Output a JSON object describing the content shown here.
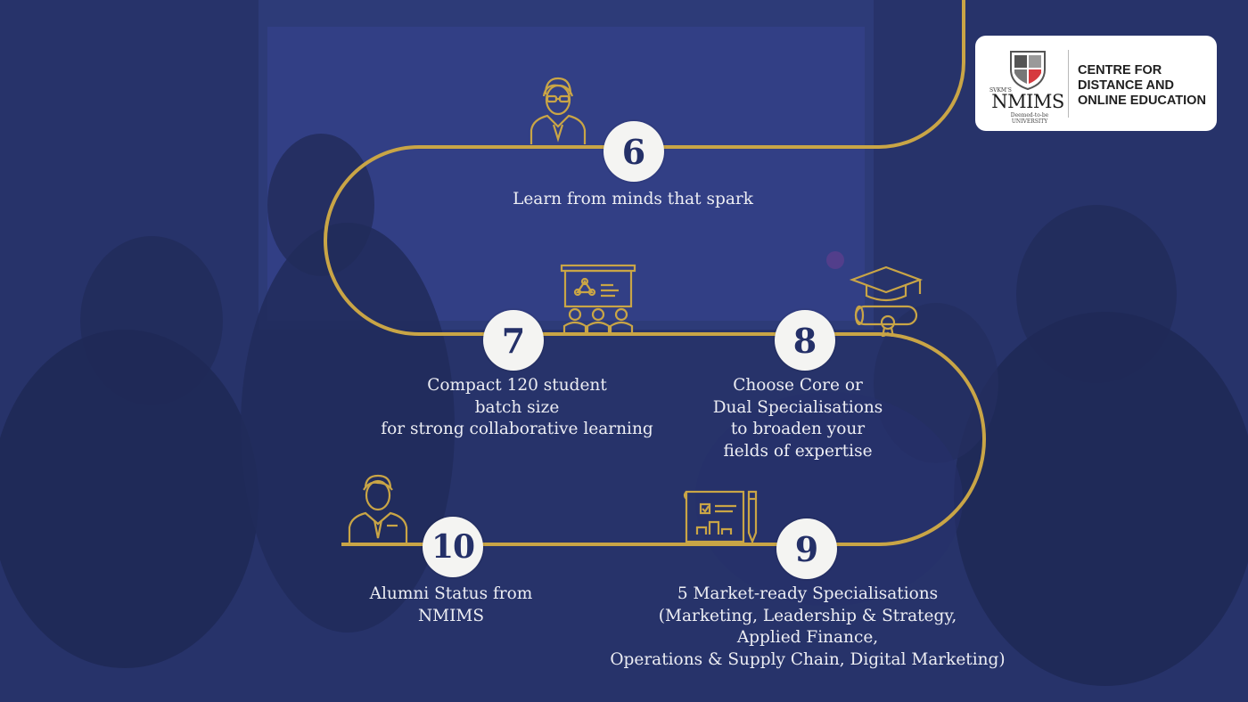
{
  "brand": {
    "logo_label": "NMIMS",
    "logo_small": "SVKM'S",
    "logo_sub": "Deemed-to-be UNIVERSITY",
    "tagline": "CENTRE FOR\nDISTANCE AND\nONLINE EDUCATION",
    "colors": {
      "red": "#d63a3f",
      "navy": "#27336a",
      "gold": "#c9a546"
    }
  },
  "milestones": [
    {
      "number": "6",
      "caption": "Learn from minds that spark",
      "icon": "teacher-icon"
    },
    {
      "number": "7",
      "caption": "Compact 120 student\nbatch size\nfor strong collaborative learning",
      "icon": "classroom-presentation-icon"
    },
    {
      "number": "8",
      "caption": "Choose Core or\nDual Specialisations\nto broaden your\nfields of expertise",
      "icon": "graduation-cap-diploma-icon"
    },
    {
      "number": "9",
      "caption": "5 Market-ready Specialisations\n(Marketing, Leadership & Strategy,\nApplied Finance,\nOperations & Supply Chain, Digital Marketing)",
      "icon": "blueprint-pencil-icon"
    },
    {
      "number": "10",
      "caption": "Alumni Status from\nNMIMS",
      "icon": "alumni-person-icon"
    }
  ]
}
